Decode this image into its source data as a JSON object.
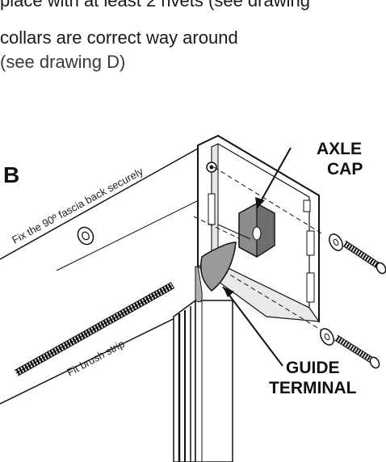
{
  "intro": {
    "line1": "place with at least 2 rivets (see drawing",
    "line2": "collars are correct way around",
    "line3": "(see drawing D)"
  },
  "diagram": {
    "drawing_letter": "B",
    "callout_axle_cap": [
      "AXLE",
      "CAP"
    ],
    "callout_guide_terminal": [
      "GUIDE",
      "TERMINAL"
    ],
    "note_fascia": "Fix the 90º fascia back securely",
    "note_brush": "Fit brush strip"
  }
}
